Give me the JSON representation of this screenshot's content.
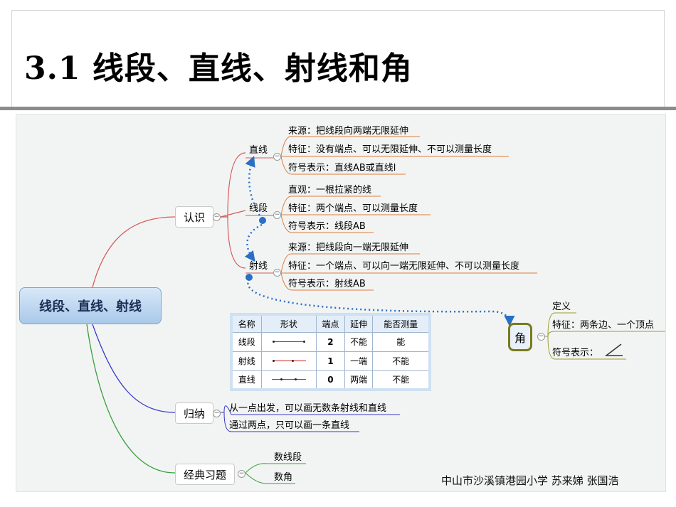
{
  "title": "3.1 线段、直线、射线和角",
  "root": "线段、直线、射线",
  "branches": {
    "recognize": {
      "label": "认识",
      "line": {
        "label": "直线",
        "items": [
          "来源：把线段向两端无限延伸",
          "特征：没有端点、可以无限延伸、不可以测量长度",
          "符号表示：直线AB或直线l"
        ]
      },
      "segment": {
        "label": "线段",
        "items": [
          "直观：一根拉紧的线",
          "特征：两个端点、可以测量长度",
          "符号表示：线段AB"
        ]
      },
      "ray": {
        "label": "射线",
        "items": [
          "来源：把线段向一端无限延伸",
          "特征：一个端点、可以向一端无限延伸、不可以测量长度",
          "符号表示：射线AB"
        ]
      }
    },
    "summary": {
      "label": "归纳",
      "items": [
        "从一点出发，可以画无数条射线和直线",
        "通过两点，只可以画一条直线"
      ]
    },
    "exercises": {
      "label": "经典习题",
      "items": [
        "数线段",
        "数角"
      ]
    }
  },
  "angle": {
    "label": "角",
    "items": [
      "定义",
      "特征：两条边、一个顶点",
      "符号表示："
    ]
  },
  "table": {
    "headers": [
      "名称",
      "形状",
      "端点",
      "延伸",
      "能否测量"
    ],
    "rows": [
      {
        "name": "线段",
        "endpoints": "2",
        "extend": "不能",
        "measure": "能"
      },
      {
        "name": "射线",
        "endpoints": "1",
        "extend": "一端",
        "measure": "不能"
      },
      {
        "name": "直线",
        "endpoints": "0",
        "extend": "两端",
        "measure": "不能"
      }
    ]
  },
  "footer": "中山市沙溪镇港园小学  苏来娣  张国浩",
  "colors": {
    "recognize_branch": "#d85a5a",
    "summary_branch": "#3a3ac8",
    "exercise_branch": "#3aa03a",
    "line_underline": "#e07a3a",
    "angle_branch": "#9c9c2a",
    "dotted_arrow": "#2a6fc4"
  }
}
